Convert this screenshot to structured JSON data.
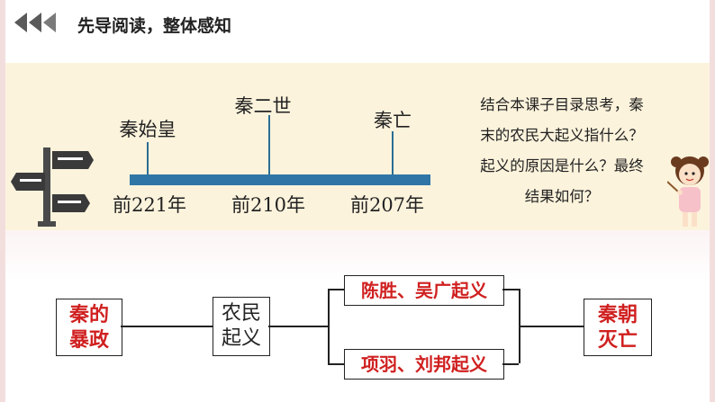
{
  "header": {
    "title": "先导阅读，整体感知",
    "nav_icon": "double-chevron-left-icon"
  },
  "timeline": {
    "events": [
      {
        "name": "秦始皇",
        "year": "前221年"
      },
      {
        "name": "秦二世",
        "year": "前210年"
      },
      {
        "name": "秦亡",
        "year": "前207年"
      }
    ],
    "bar_color": "#2f75a6"
  },
  "question": {
    "lines": [
      "结合本课子目录思考，秦",
      "末的农民大起义指什么？",
      "起义的原因是什么？最终",
      "结果如何？"
    ]
  },
  "flowchart": {
    "cause": "秦的\n暴政",
    "event": "农民\n起义",
    "branch_top": "陈胜、吴广起义",
    "branch_bottom": "项羽、刘邦起义",
    "result": "秦朝\n灭亡",
    "accent_color": "#d02020"
  }
}
